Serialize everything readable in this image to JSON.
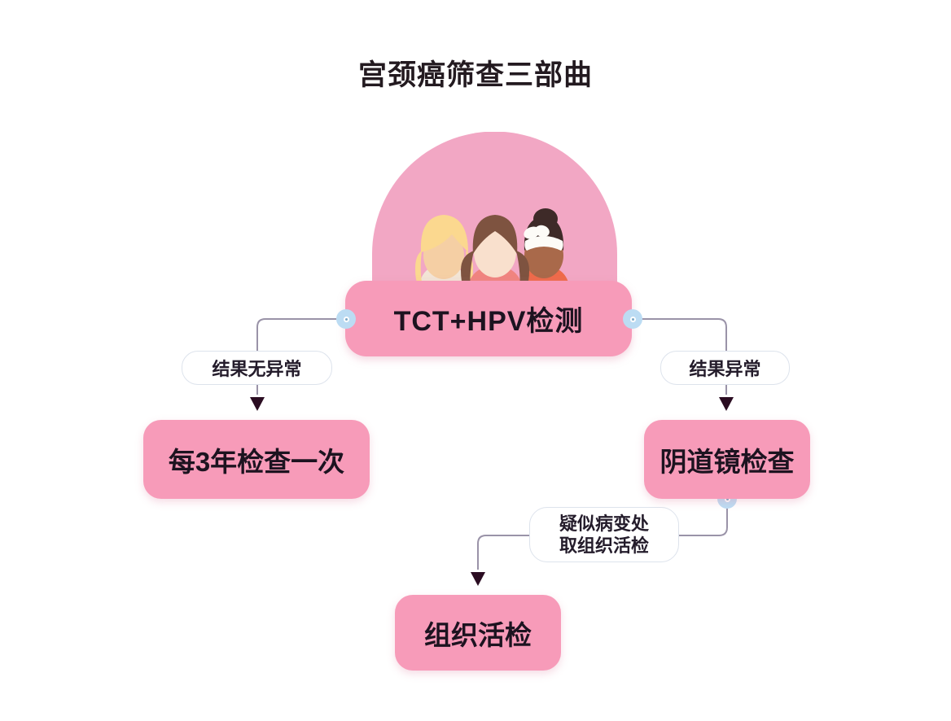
{
  "page": {
    "title": "宫颈癌筛查三部曲",
    "background_color": "#ffffff"
  },
  "theme": {
    "node_pink": "#f79bb9",
    "illustration_pink": "#f0a8c4",
    "port_blue": "#bcdcf3",
    "line_gray": "#9a93a8",
    "label_border": "#dde3ec",
    "text_dark": "#1d1320"
  },
  "illustration": {
    "name": "three-women-illustration",
    "backdrop_shape": "semicircle",
    "people": [
      {
        "hair": "blonde",
        "skin": "#f6d3b0",
        "top": "#f4ece0"
      },
      {
        "hair": "brown",
        "skin": "#f7dfd0",
        "top": "#f0847f"
      },
      {
        "hair": "dark-bun",
        "skin": "#a9694a",
        "top": "#ee6a4a",
        "accessory": "white-headband"
      }
    ]
  },
  "flowchart": {
    "nodes": {
      "main": "TCT+HPV检测",
      "left_result": "每3年检查一次",
      "right_result": "阴道镜检查",
      "bottom_result": "组织活检"
    },
    "edge_labels": {
      "normal": "结果无异常",
      "abnormal": "结果异常",
      "biopsy_line1": "疑似病变处",
      "biopsy_line2": "取组织活检"
    },
    "ports": [
      "main-left-port",
      "main-right-port",
      "colposcopy-bottom-port"
    ]
  }
}
